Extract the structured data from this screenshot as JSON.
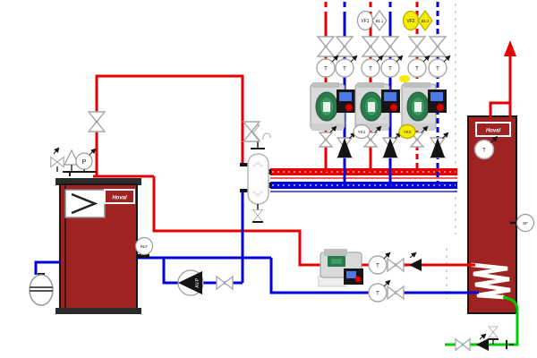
{
  "diagram": {
    "boiler": {
      "brand": "Hoval",
      "pressure_gauge": "P",
      "return_sensor": "RLF",
      "circulation_pump": "AVP"
    },
    "tank": {
      "brand": "Hoval",
      "storage_sensor": "SF",
      "thermometer": "T"
    },
    "circuits": [
      {
        "supply_thermometer": "T",
        "return_thermometer": "T"
      },
      {
        "supply_thermometer": "T",
        "return_thermometer": "T",
        "flow_sensor": "VF1",
        "sensor": "B1.1",
        "mixing_valve": "YK1"
      },
      {
        "supply_thermometer": "T",
        "return_thermometer": "T",
        "flow_sensor": "VF2",
        "sensor": "B1.2",
        "mixing_valve": "YK2"
      }
    ],
    "dhw": {
      "supply_thermometer": "T",
      "return_thermometer": "T"
    }
  },
  "colors": {
    "supply_pipe": "#e60000",
    "return_pipe": "#0202d8",
    "cold_water_pipe": "#00cc00",
    "vessel_body": "#9e2321",
    "highlight_yellow": "#f5ec00",
    "pump_green": "#2a7a4b",
    "pump_display_blue": "#4d79e8",
    "pump_button_red": "#dd0000"
  }
}
